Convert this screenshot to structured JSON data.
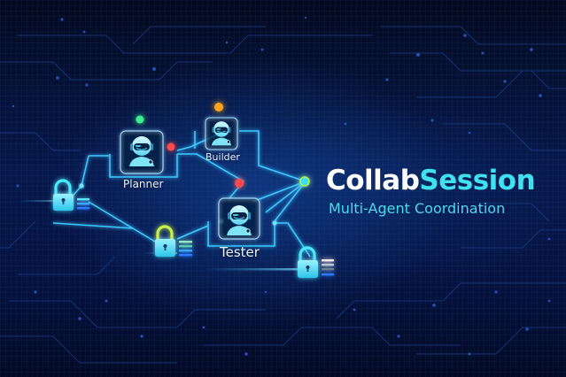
{
  "title": {
    "part1": "Collab",
    "part2": "Session"
  },
  "subtitle": "Multi-Agent Coordination",
  "agents": [
    {
      "label": "Planner",
      "icon": "robot-agent-icon",
      "status_color": "#3cf08c"
    },
    {
      "label": "Builder",
      "icon": "robot-agent-icon",
      "status_color": "#ffa21a"
    },
    {
      "label": "Tester",
      "icon": "robot-agent-icon",
      "status_color": "#ff4a4a"
    }
  ],
  "locks": [
    {
      "icon": "lock-icon",
      "shackle_color": "#4ce8ff"
    },
    {
      "icon": "lock-icon",
      "shackle_color": "#c8f04a"
    },
    {
      "icon": "lock-icon",
      "shackle_color": "#4ce8ff"
    }
  ],
  "colors": {
    "background": "#05102e",
    "accent": "#3fe0f0",
    "link_glow": "#29b6ff",
    "hub_node": "#39e0ff",
    "hub_ring": "#b6f03c",
    "alert_node": "#ff4a4a"
  }
}
